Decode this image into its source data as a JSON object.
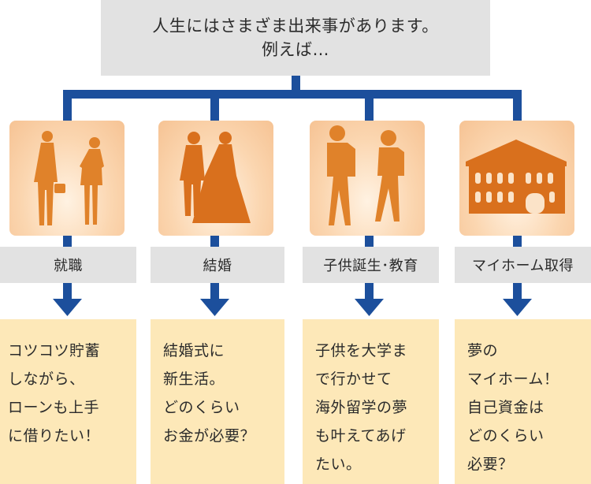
{
  "header": {
    "lines": [
      "人生にはさまざま出来事があります。",
      "例えば…"
    ]
  },
  "colors": {
    "connector": "#1c4f9c",
    "header_bg": "#e2e2e2",
    "note_bg": "#fde8b8",
    "silhouette": "#e0822a"
  },
  "stages": [
    {
      "label": "就職",
      "icon": "businesspeople-icon",
      "note": [
        "コツコツ貯蓄",
        "しながら、",
        "ローンも上手",
        "に借りたい！"
      ]
    },
    {
      "label": "結婚",
      "icon": "wedding-couple-icon",
      "note": [
        "結婚式に",
        "新生活。",
        "どのくらい",
        "お金が必要？"
      ]
    },
    {
      "label": "子供誕生･教育",
      "icon": "schoolchildren-icon",
      "note": [
        "子供を大学ま",
        "で行かせて",
        "海外留学の夢",
        "も叶えてあげ",
        "たい。"
      ]
    },
    {
      "label": "マイホーム取得",
      "icon": "house-icon",
      "note": [
        "夢の",
        "マイホーム！",
        "自己資金は",
        "どのくらい",
        "必要？"
      ]
    }
  ]
}
